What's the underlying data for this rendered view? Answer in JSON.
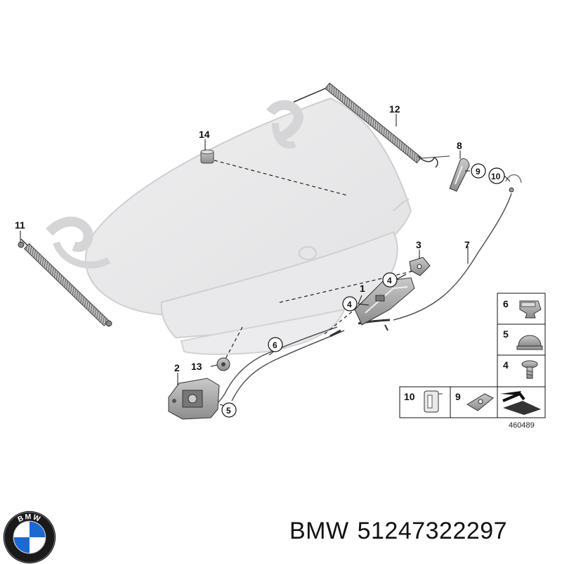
{
  "diagram": {
    "part_labels": [
      "1",
      "2",
      "3",
      "7",
      "8",
      "11",
      "12",
      "13",
      "14"
    ],
    "circled_labels": [
      "4",
      "4",
      "4",
      "5",
      "6",
      "9",
      "10"
    ],
    "legend": {
      "cells": [
        {
          "number": "6",
          "icon": "clip-icon"
        },
        {
          "number": "5",
          "icon": "dome-nut-icon"
        },
        {
          "number": "4",
          "icon": "screw-icon"
        },
        {
          "number": "10",
          "icon": "bracket-clip-icon"
        },
        {
          "number": "9",
          "icon": "retainer-icon"
        },
        {
          "number": "",
          "icon": "direction-arrow-icon"
        }
      ],
      "reference_number": "460489"
    }
  },
  "logo": {
    "text": "BMW",
    "colors": {
      "blue": "#1c69d4",
      "ring": "#111111",
      "white": "#ffffff"
    }
  },
  "caption": {
    "brand": "BMW",
    "part_number": "51247322297"
  }
}
